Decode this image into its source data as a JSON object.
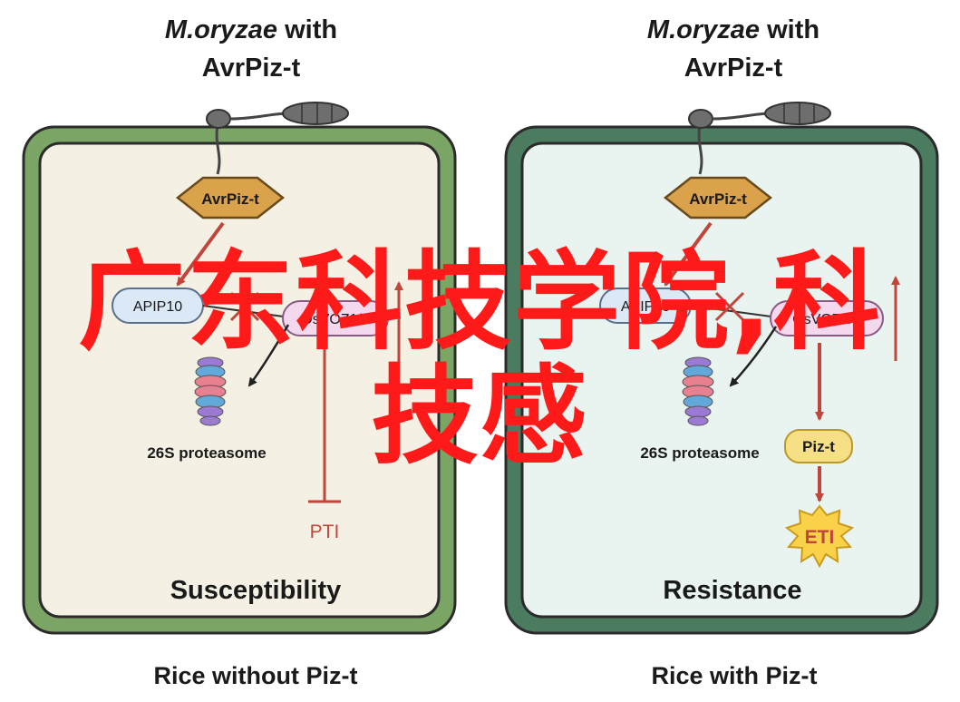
{
  "left_panel": {
    "title_italic": "M.oryzae",
    "title_rest": " with",
    "title_line2": "AvrPiz-t",
    "effector": "AvrPiz-t",
    "apip": "APIP10",
    "osvoz": "OsVOZ1/2",
    "proteasome": "26S proteasome",
    "immunity": "PTI",
    "outcome": "Susceptibility",
    "caption": "Rice without Piz-t",
    "border_color": "#7ba565",
    "fill_color": "#f4f1e4"
  },
  "right_panel": {
    "title_italic": "M.oryzae",
    "title_rest": " with",
    "title_line2": "AvrPiz-t",
    "effector": "AvrPiz-t",
    "apip": "APIP10",
    "osvoz": "OsVOZ1/2",
    "proteasome": "26S proteasome",
    "receptor": "Piz-t",
    "immunity": "ETI",
    "outcome": "Resistance",
    "caption": "Rice with Piz-t",
    "border_color": "#4b7c5f",
    "fill_color": "#e9f3ef"
  },
  "colors": {
    "arrow_red": "#c0453a",
    "effector_fill": "#d9a24b",
    "apip_fill": "#dbe8f6",
    "osvoz_fill": "#f3d8ee",
    "pizt_fill": "#f7df86",
    "eti_fill": "#f9d24a",
    "watermark": "#ff1a1a"
  },
  "watermark": {
    "line1": "广东科技学院,科",
    "line2": "技感"
  }
}
